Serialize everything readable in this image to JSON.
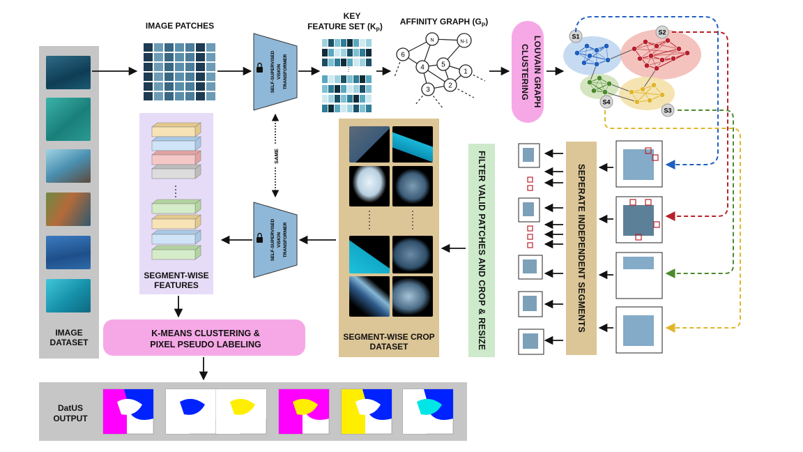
{
  "labels": {
    "image_patches": "IMAGE PATCHES",
    "key_feature_set": "KEY",
    "key_feature_set_2": "FEATURE SET (K",
    "key_feature_sub": "P",
    "affinity_graph": "AFFINITY GRAPH (G",
    "affinity_sub": "P",
    "louvain": "LOUVAIN GRAPH CLUSTERING",
    "vit_top": "SELF-SUPERVISED VISION TRANSFORMER",
    "vit_bottom": "SELF-SUPERVISED VISION TRANSFORMER",
    "same": "SAME",
    "segment_wise_features": "SEGMENT-WISE FEATURES",
    "image_dataset": "IMAGE DATASET",
    "kmeans": "K-MEANS CLUSTERING & PIXEL PSEUDO LABELING",
    "segment_crop_dataset": "SEGMENT-WISE CROP DATASET",
    "filter": "FILTER VALID PATCHES AND CROP & RESIZE",
    "separate": "SEPERATE INDEPENDENT SEGMENTS",
    "datus_output": "DatUS OUTPUT"
  },
  "graph_nodes": [
    "6",
    "N",
    "N-1",
    "4",
    "5",
    "1",
    "3",
    "2"
  ],
  "segment_labels": [
    "S1",
    "S2",
    "S3",
    "S4"
  ],
  "colors": {
    "gray_panel": "#c8c8c8",
    "tan_panel": "#dcc596",
    "pink_pill": "#f6a8e6",
    "lavender_panel": "#e6dcf7",
    "green_panel": "#cdeacb",
    "vit_fill": "#8fb8d8",
    "seg_blue": "#1f5fbf",
    "seg_red": "#b8202a",
    "seg_green": "#4a8a2c",
    "seg_yellow": "#e0b62a"
  }
}
